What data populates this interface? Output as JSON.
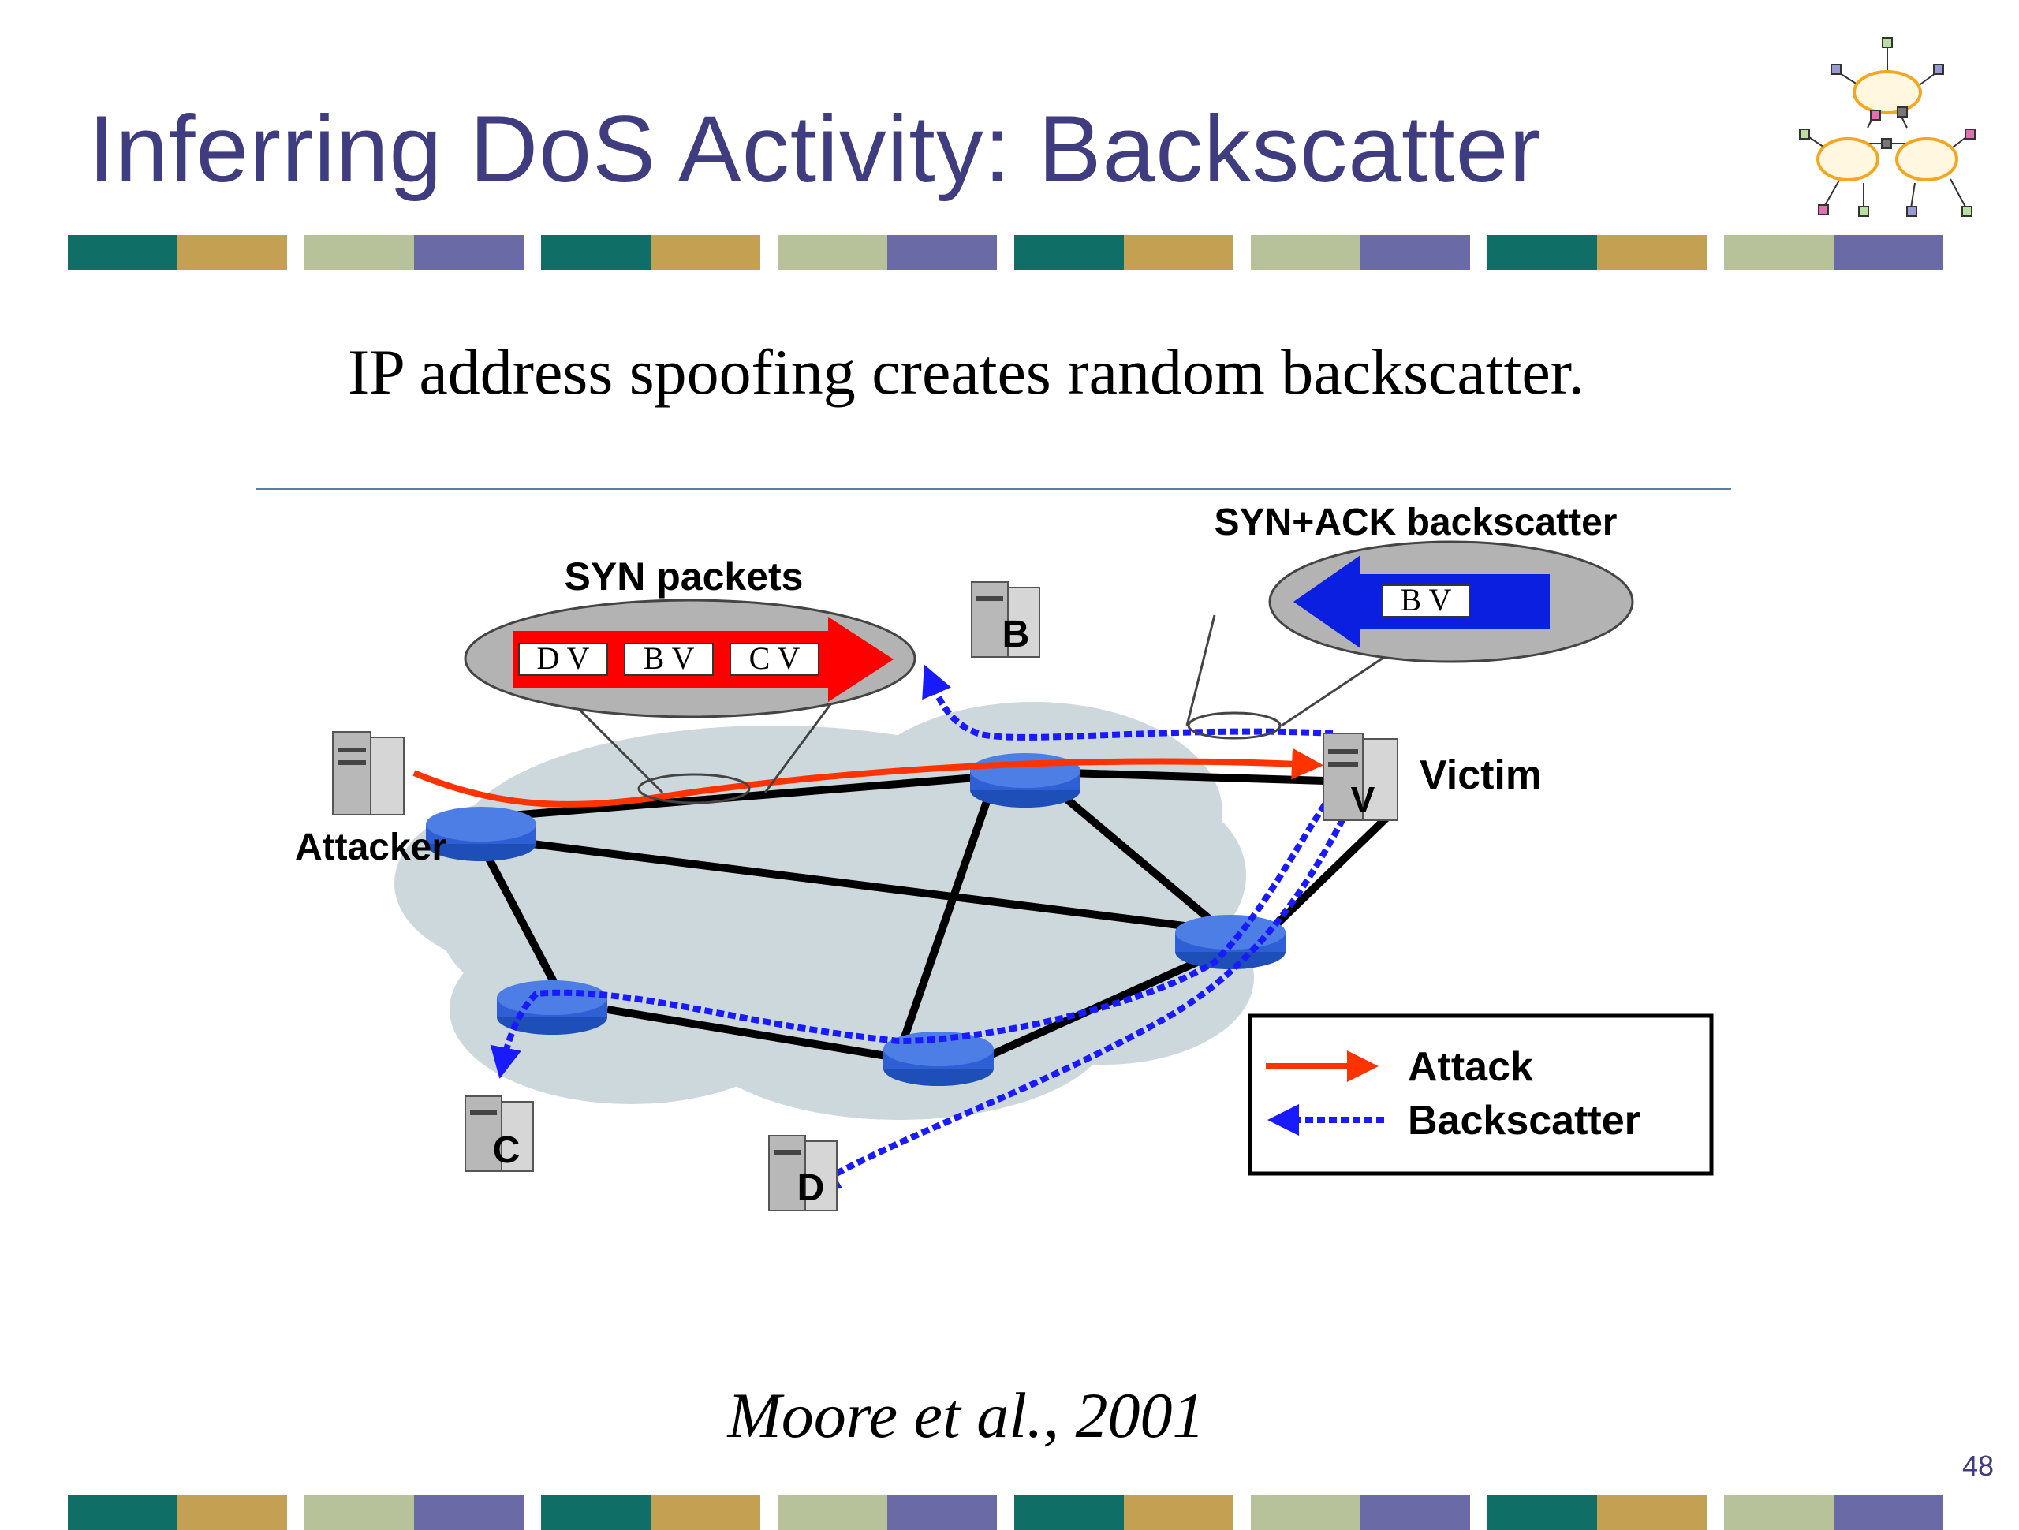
{
  "slide": {
    "title": "Inferring DoS Activity: Backscatter",
    "subtitle": "IP address spoofing creates random backscatter.",
    "citation": "Moore et al., 2001",
    "page_number": "48"
  },
  "diagram": {
    "syn_label": "SYN packets",
    "syn_packets": [
      "D V",
      "B V",
      "C V"
    ],
    "synack_label": "SYN+ACK backscatter",
    "synack_packet": "B V",
    "hosts": {
      "attacker": "Attacker",
      "victim": "Victim",
      "victim_tag": "V",
      "b": "B",
      "c": "C",
      "d": "D"
    },
    "legend": {
      "attack": "Attack",
      "backscatter": "Backscatter"
    },
    "colors": {
      "attack": "#ff3300",
      "backscatter": "#1a1aff",
      "cloud": "#cdd8dd",
      "router": "#2f5fd4"
    }
  },
  "decor": {
    "stripe_colors": [
      "#0f6e66",
      "#c4a052",
      "#b7c19a",
      "#6a6aa6"
    ],
    "logo_icon": "network-clouds-icon"
  }
}
